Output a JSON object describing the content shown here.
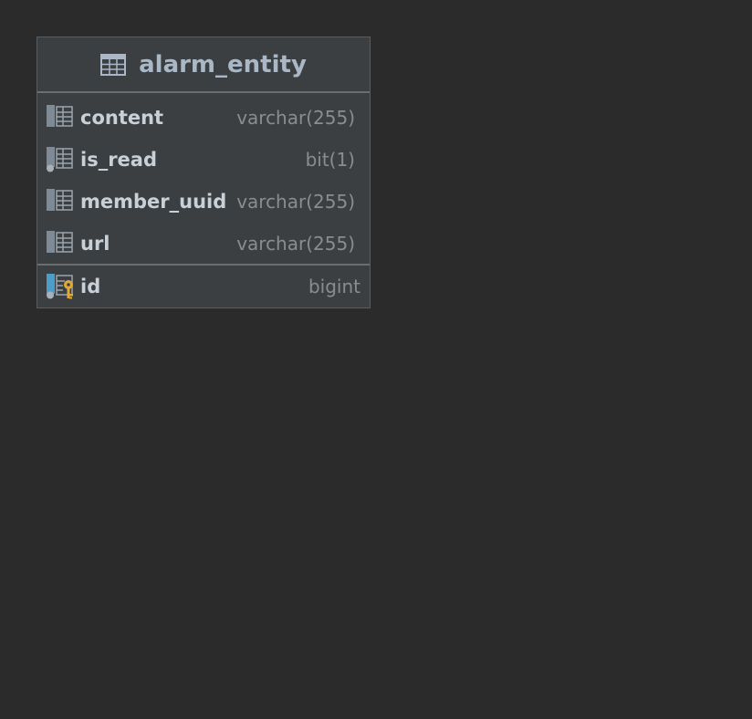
{
  "table": {
    "name": "alarm_entity",
    "columns": [
      {
        "name": "content",
        "type": "varchar(255)",
        "icon": "column-icon",
        "nullable_marker": false
      },
      {
        "name": "is_read",
        "type": "bit(1)",
        "icon": "column-notnull-icon",
        "nullable_marker": true
      },
      {
        "name": "member_uuid",
        "type": "varchar(255)",
        "icon": "column-icon",
        "nullable_marker": false
      },
      {
        "name": "url",
        "type": "varchar(255)",
        "icon": "column-icon",
        "nullable_marker": false
      }
    ],
    "primary_key": {
      "name": "id",
      "type": "bigint",
      "icon": "primary-key-icon"
    }
  },
  "colors": {
    "background": "#2b2b2b",
    "table_bg": "#3c3f41",
    "title": "#a9b7c6",
    "column_name": "#c8d0d8",
    "column_type": "#8a8d90",
    "key_gold": "#e0a93a",
    "key_blue": "#4b9ec8"
  }
}
